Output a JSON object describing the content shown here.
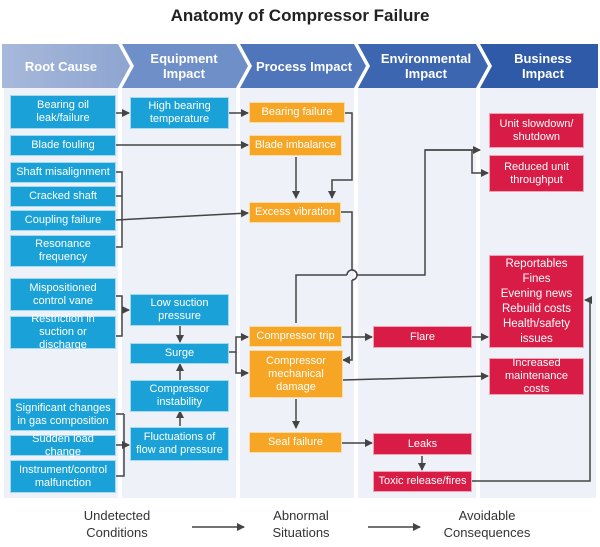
{
  "title": "Anatomy of Compressor Failure",
  "headers": {
    "root": "Root Cause",
    "equipment": "Equipment Impact",
    "process": "Process Impact",
    "environmental": "Environmental Impact",
    "business": "Business Impact"
  },
  "root_causes": {
    "bearing_oil": "Bearing oil leak/failure",
    "blade_fouling": "Blade fouling",
    "shaft_misalignment": "Shaft misalignment",
    "cracked_shaft": "Cracked shaft",
    "coupling_failure": "Coupling failure",
    "resonance": "Resonance frequency",
    "mispositioned": "Mispositioned control vane",
    "restriction": "Restriction in suction or discharge",
    "gas_composition": "Significant changes in gas composition",
    "sudden_load": "Sudden load change",
    "instrument": "Instrument/control malfunction"
  },
  "equipment": {
    "high_bearing": "High bearing temperature",
    "low_suction": "Low suction pressure",
    "surge": "Surge",
    "instability": "Compressor instability",
    "fluctuations": "Fluctuations of flow and pressure"
  },
  "process": {
    "bearing_failure": "Bearing failure",
    "blade_imbalance": "Blade imbalance",
    "excess_vibration": "Excess vibration",
    "compressor_trip": "Compressor trip",
    "mechanical_damage": "Compressor mechanical damage",
    "seal_failure": "Seal failure"
  },
  "environmental": {
    "flare": "Flare",
    "leaks": "Leaks",
    "toxic": "Toxic release/fires"
  },
  "business": {
    "slowdown": "Unit slowdown/ shutdown",
    "reduced": "Reduced unit throughput",
    "reportables": "Reportables Fines Evening news Rebuild costs Health/safety issues",
    "maintenance": "Increased maintenance costs"
  },
  "bottom": {
    "undetected": "Undetected Conditions",
    "abnormal": "Abnormal Situations",
    "avoidable": "Avoidable Consequences"
  },
  "colors": {
    "header_light": "#9aaed3",
    "header_mid": "#5f83c3",
    "header_dark": "#2f5aa8",
    "blue": "#1aa2d8",
    "orange": "#f6a524",
    "red": "#d81c46",
    "line": "#444444"
  }
}
